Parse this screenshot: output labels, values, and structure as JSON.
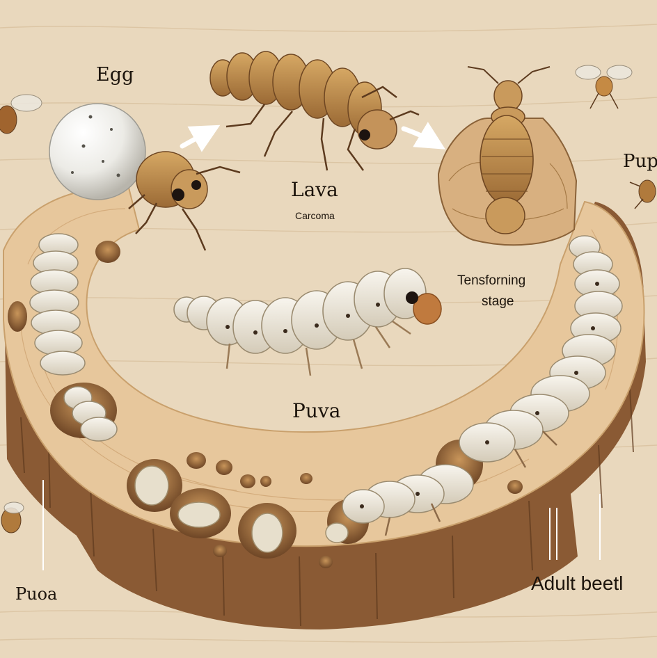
{
  "labels": {
    "egg": "Egg",
    "larva": "Lava",
    "larva_subtitle": "Carcoma",
    "pupa_top_right": "Pup",
    "transforming_line1": "Tensforning",
    "transforming_line2": "stage",
    "center_label": "Puva",
    "bottom_left_label": "Puoa",
    "adult": "Adult beetl"
  },
  "colors": {
    "background": "#e9d8bd",
    "wood_light": "#e7c79c",
    "wood_bark": "#8a5a34",
    "larva_body": "#ece6d8",
    "beetle_brown": "#b8874a",
    "egg_white": "#f2f2ee",
    "arrow": "#ffffff",
    "label_text": "#1c140c"
  },
  "icons": [
    "egg-icon",
    "beetle-icon",
    "larva-icon",
    "pupa-icon",
    "fly-icon",
    "arrow-icon",
    "wood-log"
  ]
}
